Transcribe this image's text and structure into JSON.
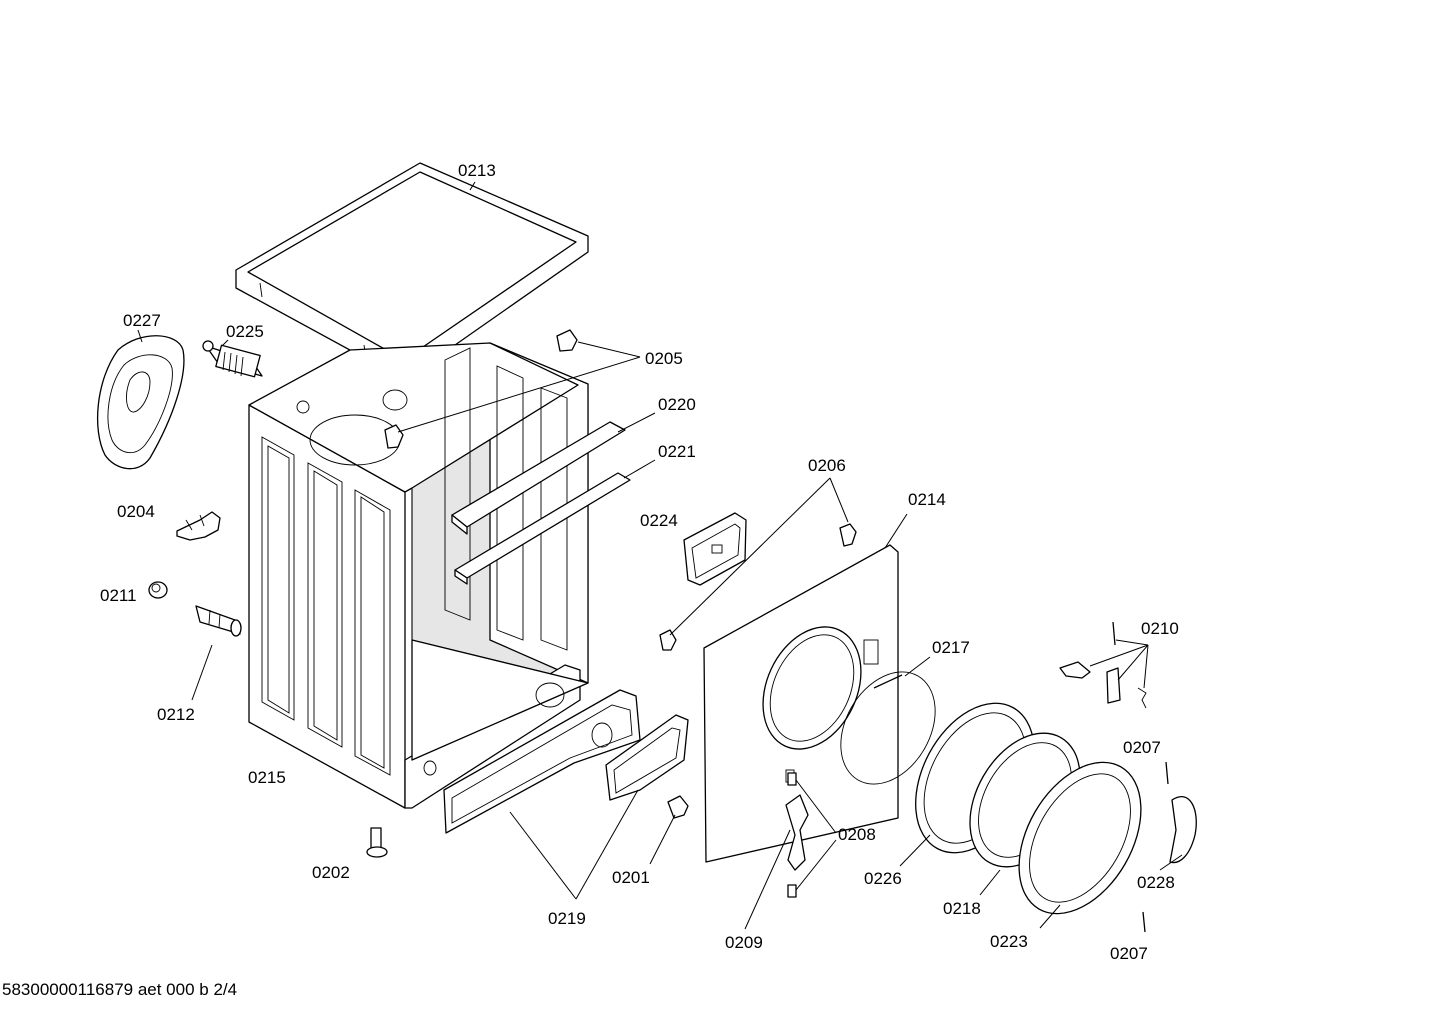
{
  "parts": {
    "p0213": "0213",
    "p0227": "0227",
    "p0225": "0225",
    "p0205": "0205",
    "p0220": "0220",
    "p0221": "0221",
    "p0206": "0206",
    "p0214": "0214",
    "p0204": "0204",
    "p0224": "0224",
    "p0211": "0211",
    "p0212": "0212",
    "p0210": "0210",
    "p0217": "0217",
    "p0215": "0215",
    "p0207_top": "0207",
    "p0208": "0208",
    "p0226": "0226",
    "p0228": "0228",
    "p0202": "0202",
    "p0201": "0201",
    "p0218": "0218",
    "p0219": "0219",
    "p0223": "0223",
    "p0209": "0209",
    "p0207_bottom": "0207"
  },
  "footer": "58300000116879 aet 000 b 2/4"
}
